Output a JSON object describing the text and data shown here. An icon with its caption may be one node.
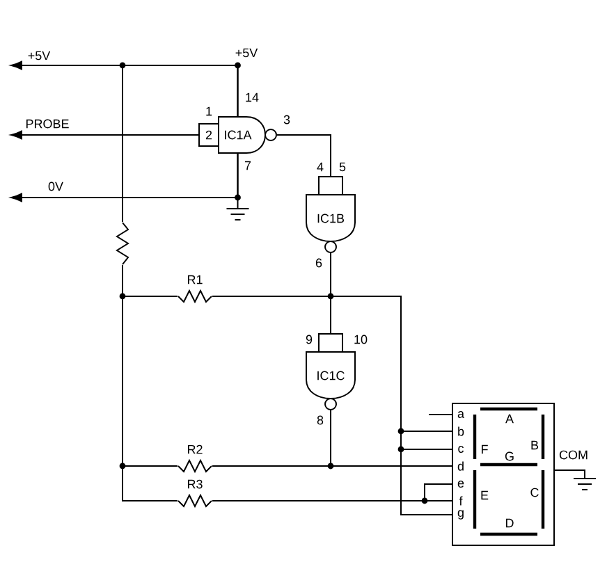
{
  "diagram": {
    "nodes": [
      {
        "text": [
          "IC1A"
        ],
        "beside": [
          "1",
          "2",
          "14",
          "7",
          "3"
        ]
      },
      {
        "text": [],
        "shape": "ground"
      },
      {
        "text": [
          "IC1B"
        ],
        "beside": [
          "4",
          "5",
          "6"
        ]
      },
      {
        "text": [],
        "shape": "resistor"
      },
      {
        "text": [
          "R1"
        ]
      },
      {
        "text": [
          "IC1C"
        ],
        "beside": [
          "9",
          "10",
          "8"
        ]
      },
      {
        "text": [
          "a",
          "b",
          "c",
          "d",
          "e",
          "f",
          "g",
          "A",
          "F",
          "B",
          "G",
          "E",
          "C",
          "D"
        ],
        "beside": [
          "COM"
        ]
      },
      {
        "text": [],
        "shape": "ground"
      },
      {
        "text": [
          "R2"
        ]
      },
      {
        "text": [
          "R3"
        ]
      }
    ],
    "edges": [
      {
        "from": 0,
        "to": null,
        "arrow": "to",
        "label": "+5V"
      },
      {
        "from": 3,
        "to": 0,
        "arrow": "none"
      },
      {
        "from": 0,
        "to": null,
        "arrow": "to",
        "label": "PROBE"
      },
      {
        "from": 0,
        "to": null,
        "arrow": "to",
        "label": "0V"
      },
      {
        "from": 0,
        "to": 1,
        "arrow": "none"
      },
      {
        "from": 0,
        "to": 2,
        "arrow": "none"
      },
      {
        "from": 2,
        "to": 5,
        "arrow": "none"
      },
      {
        "from": 2,
        "to": 4,
        "arrow": "none"
      },
      {
        "from": 2,
        "to": 6,
        "arrow": "none"
      },
      {
        "from": 3,
        "to": 4,
        "arrow": "none"
      },
      {
        "from": 3,
        "to": 8,
        "arrow": "none"
      },
      {
        "from": 3,
        "to": 9,
        "arrow": "none"
      },
      {
        "from": 8,
        "to": 6,
        "arrow": "none"
      },
      {
        "from": 5,
        "to": 6,
        "arrow": "none"
      },
      {
        "from": 9,
        "to": 6,
        "arrow": "none"
      },
      {
        "from": 6,
        "to": 7,
        "arrow": "none"
      }
    ],
    "labels": [
      "+5V"
    ]
  }
}
